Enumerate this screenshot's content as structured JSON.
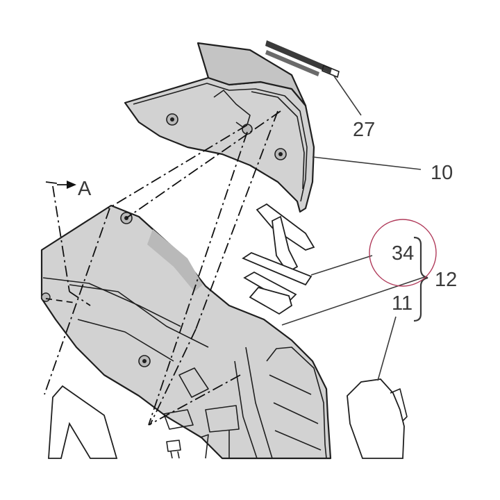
{
  "labels": {
    "part_27": "27",
    "part_10": "10",
    "part_34": "34",
    "part_12": "12",
    "part_11": "11",
    "view_a": "A"
  },
  "colors": {
    "part_fill": "#d2d2d2",
    "part_shadow": "#b9b9b9",
    "outline": "#1f1f1f",
    "label_text": "#3a3a3a",
    "highlight_circle": "#b03a5a"
  },
  "icons": {
    "view_arrow": "arrow-right-icon",
    "bracket": "curly-bracket-icon"
  }
}
